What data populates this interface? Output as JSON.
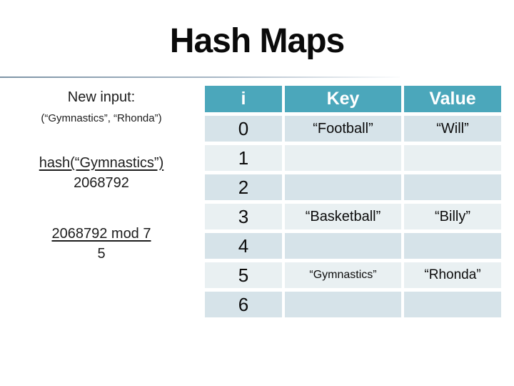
{
  "title": "Hash Maps",
  "left_panel": {
    "new_input_label": "New input:",
    "new_input_value": "(“Gymnastics”, “Rhonda”)",
    "hash_expression": "hash(“Gymnastics”)",
    "hash_result": "2068792",
    "mod_expression": "2068792 mod 7",
    "mod_result": "5"
  },
  "hash_table": {
    "headers": [
      "i",
      "Key",
      "Value"
    ],
    "rows": [
      {
        "i": "0",
        "key": "“Football”",
        "value": "“Will”"
      },
      {
        "i": "1",
        "key": "",
        "value": ""
      },
      {
        "i": "2",
        "key": "",
        "value": ""
      },
      {
        "i": "3",
        "key": "“Basketball”",
        "value": "“Billy”"
      },
      {
        "i": "4",
        "key": "",
        "value": ""
      },
      {
        "i": "5",
        "key": "“Gymnastics”",
        "value": "“Rhonda”"
      },
      {
        "i": "6",
        "key": "",
        "value": ""
      }
    ]
  },
  "colors": {
    "header_bg": "#4BA7BB",
    "header_text": "#FFFFFF",
    "row_dark": "#D6E3E9",
    "row_light": "#E9F0F2",
    "divider": "#7D94A6"
  }
}
